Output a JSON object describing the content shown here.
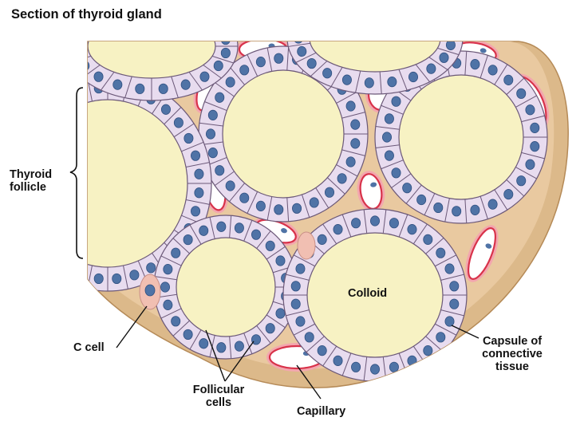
{
  "title": "Section of thyroid gland",
  "labels": {
    "thyroid_follicle": [
      "Thyroid",
      "follicle"
    ],
    "colloid": "Colloid",
    "c_cell": "C cell",
    "follicular_cells": [
      "Follicular",
      "cells"
    ],
    "capillary": "Capillary",
    "capsule": [
      "Capsule of",
      "connective",
      "tissue"
    ]
  },
  "colors": {
    "colloid": "#f7f2c3",
    "cell_fill": "#e8dcef",
    "cell_outline": "#6b5878",
    "nucleus": "#4f73a6",
    "capsule": "#dcb98a",
    "stroma": "#e9c9a0",
    "capillary_wall": "#d8324a",
    "c_cell": "#f1bfb2"
  }
}
